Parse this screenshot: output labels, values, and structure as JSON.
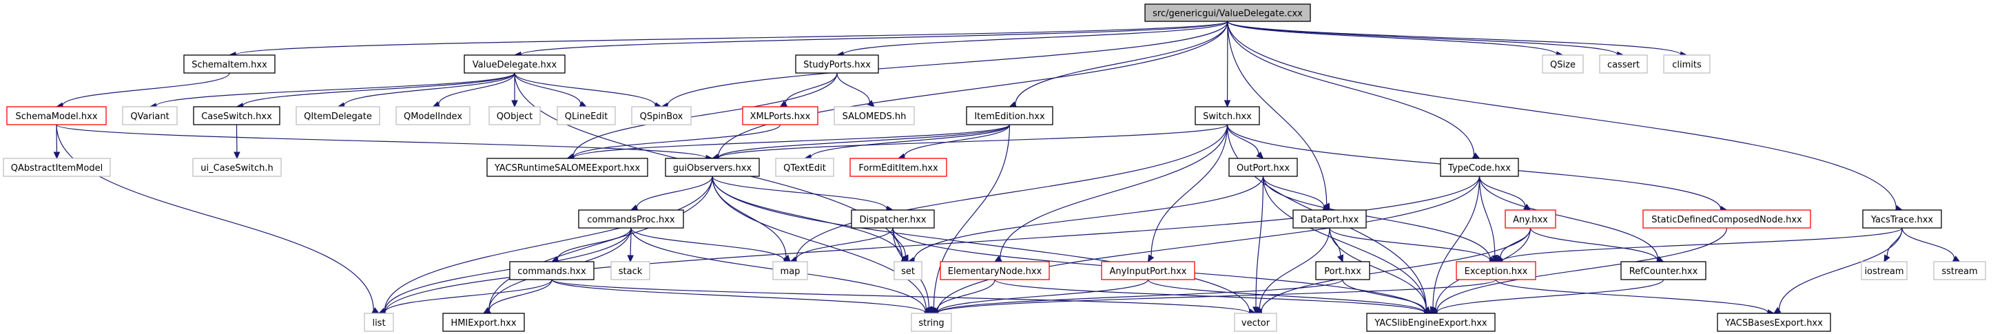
{
  "title": "src/genericgui/ValueDelegate.cxx",
  "colors": {
    "edge": "#191970",
    "root_fill": "#bfbfbf",
    "documented_border": "#000000",
    "undocumented_border": "#ff0000",
    "external_border": "#bfbfbf"
  },
  "nodes": [
    {
      "id": "root",
      "label": "src/genericgui/ValueDelegate.cxx",
      "kind": "root"
    },
    {
      "id": "SchemaItem",
      "label": "SchemaItem.hxx",
      "kind": "documented"
    },
    {
      "id": "ValueDelegateH",
      "label": "ValueDelegate.hxx",
      "kind": "documented"
    },
    {
      "id": "StudyPorts",
      "label": "StudyPorts.hxx",
      "kind": "documented"
    },
    {
      "id": "QSize",
      "label": "QSize",
      "kind": "external"
    },
    {
      "id": "cassert",
      "label": "cassert",
      "kind": "external"
    },
    {
      "id": "climits",
      "label": "climits",
      "kind": "external"
    },
    {
      "id": "SchemaModel",
      "label": "SchemaModel.hxx",
      "kind": "undocumented"
    },
    {
      "id": "QVariant",
      "label": "QVariant",
      "kind": "external"
    },
    {
      "id": "CaseSwitch",
      "label": "CaseSwitch.hxx",
      "kind": "documented"
    },
    {
      "id": "QItemDelegate",
      "label": "QItemDelegate",
      "kind": "external"
    },
    {
      "id": "QModelIndex",
      "label": "QModelIndex",
      "kind": "external"
    },
    {
      "id": "QObject",
      "label": "QObject",
      "kind": "external"
    },
    {
      "id": "QLineEdit",
      "label": "QLineEdit",
      "kind": "external"
    },
    {
      "id": "QSpinBox",
      "label": "QSpinBox",
      "kind": "external"
    },
    {
      "id": "XMLPorts",
      "label": "XMLPorts.hxx",
      "kind": "undocumented"
    },
    {
      "id": "SALOMEDS",
      "label": "SALOMEDS.hh",
      "kind": "external"
    },
    {
      "id": "ItemEdition",
      "label": "ItemEdition.hxx",
      "kind": "documented"
    },
    {
      "id": "Switch",
      "label": "Switch.hxx",
      "kind": "documented"
    },
    {
      "id": "QAbstractItemModel",
      "label": "QAbstractItemModel",
      "kind": "external"
    },
    {
      "id": "ui_CaseSwitch",
      "label": "ui_CaseSwitch.h",
      "kind": "external"
    },
    {
      "id": "YACSRuntime",
      "label": "YACSRuntimeSALOMEExport.hxx",
      "kind": "documented"
    },
    {
      "id": "guiObservers",
      "label": "guiObservers.hxx",
      "kind": "documented"
    },
    {
      "id": "QTextEdit",
      "label": "QTextEdit",
      "kind": "external"
    },
    {
      "id": "FormEditItem",
      "label": "FormEditItem.hxx",
      "kind": "undocumented"
    },
    {
      "id": "OutPort",
      "label": "OutPort.hxx",
      "kind": "documented"
    },
    {
      "id": "TypeCode",
      "label": "TypeCode.hxx",
      "kind": "documented"
    },
    {
      "id": "StaticDefined",
      "label": "StaticDefinedComposedNode.hxx",
      "kind": "undocumented"
    },
    {
      "id": "YacsTrace",
      "label": "YacsTrace.hxx",
      "kind": "documented"
    },
    {
      "id": "commandsProc",
      "label": "commandsProc.hxx",
      "kind": "documented"
    },
    {
      "id": "Dispatcher",
      "label": "Dispatcher.hxx",
      "kind": "documented"
    },
    {
      "id": "DataPort",
      "label": "DataPort.hxx",
      "kind": "documented"
    },
    {
      "id": "Any",
      "label": "Any.hxx",
      "kind": "undocumented"
    },
    {
      "id": "commands",
      "label": "commands.hxx",
      "kind": "documented"
    },
    {
      "id": "stack",
      "label": "stack",
      "kind": "external"
    },
    {
      "id": "map",
      "label": "map",
      "kind": "external"
    },
    {
      "id": "set",
      "label": "set",
      "kind": "external"
    },
    {
      "id": "ElementaryNode",
      "label": "ElementaryNode.hxx",
      "kind": "undocumented"
    },
    {
      "id": "AnyInputPort",
      "label": "AnyInputPort.hxx",
      "kind": "undocumented"
    },
    {
      "id": "Port",
      "label": "Port.hxx",
      "kind": "documented"
    },
    {
      "id": "Exception",
      "label": "Exception.hxx",
      "kind": "undocumented"
    },
    {
      "id": "RefCounter",
      "label": "RefCounter.hxx",
      "kind": "documented"
    },
    {
      "id": "iostream",
      "label": "iostream",
      "kind": "external"
    },
    {
      "id": "sstream",
      "label": "sstream",
      "kind": "external"
    },
    {
      "id": "list",
      "label": "list",
      "kind": "external"
    },
    {
      "id": "HMIExport",
      "label": "HMIExport.hxx",
      "kind": "documented"
    },
    {
      "id": "string",
      "label": "string",
      "kind": "external"
    },
    {
      "id": "vector",
      "label": "vector",
      "kind": "external"
    },
    {
      "id": "YACSlibEngine",
      "label": "YACSlibEngineExport.hxx",
      "kind": "documented"
    },
    {
      "id": "YACSBases",
      "label": "YACSBasesExport.hxx",
      "kind": "documented"
    }
  ],
  "edges": [
    [
      "root",
      "SchemaItem"
    ],
    [
      "root",
      "ValueDelegateH"
    ],
    [
      "root",
      "StudyPorts"
    ],
    [
      "root",
      "QSize"
    ],
    [
      "root",
      "cassert"
    ],
    [
      "root",
      "climits"
    ],
    [
      "root",
      "QSpinBox"
    ],
    [
      "root",
      "ItemEdition"
    ],
    [
      "root",
      "Switch"
    ],
    [
      "root",
      "guiObservers"
    ],
    [
      "root",
      "DataPort"
    ],
    [
      "root",
      "TypeCode"
    ],
    [
      "root",
      "YacsTrace"
    ],
    [
      "SchemaItem",
      "SchemaModel"
    ],
    [
      "ValueDelegateH",
      "QVariant"
    ],
    [
      "ValueDelegateH",
      "CaseSwitch"
    ],
    [
      "ValueDelegateH",
      "QItemDelegate"
    ],
    [
      "ValueDelegateH",
      "QModelIndex"
    ],
    [
      "ValueDelegateH",
      "QObject"
    ],
    [
      "ValueDelegateH",
      "QLineEdit"
    ],
    [
      "ValueDelegateH",
      "QSpinBox"
    ],
    [
      "ValueDelegateH",
      "set"
    ],
    [
      "StudyPorts",
      "XMLPorts"
    ],
    [
      "StudyPorts",
      "SALOMEDS"
    ],
    [
      "StudyPorts",
      "YACSRuntime"
    ],
    [
      "XMLPorts",
      "YACSRuntime"
    ],
    [
      "SchemaModel",
      "QAbstractItemModel"
    ],
    [
      "SchemaModel",
      "guiObservers"
    ],
    [
      "SchemaModel",
      "list"
    ],
    [
      "CaseSwitch",
      "ui_CaseSwitch"
    ],
    [
      "ItemEdition",
      "guiObservers"
    ],
    [
      "ItemEdition",
      "QTextEdit"
    ],
    [
      "ItemEdition",
      "FormEditItem"
    ],
    [
      "ItemEdition",
      "string"
    ],
    [
      "ItemEdition",
      "YACSRuntime"
    ],
    [
      "Switch",
      "guiObservers"
    ],
    [
      "Switch",
      "OutPort"
    ],
    [
      "Switch",
      "ElementaryNode"
    ],
    [
      "Switch",
      "AnyInputPort"
    ],
    [
      "Switch",
      "StaticDefined"
    ],
    [
      "Switch",
      "YACSlibEngine"
    ],
    [
      "Switch",
      "map"
    ],
    [
      "guiObservers",
      "commandsProc"
    ],
    [
      "guiObservers",
      "Dispatcher"
    ],
    [
      "guiObservers",
      "list"
    ],
    [
      "guiObservers",
      "map"
    ],
    [
      "guiObservers",
      "set"
    ],
    [
      "guiObservers",
      "string"
    ],
    [
      "guiObservers",
      "HMIExport"
    ],
    [
      "guiObservers",
      "vector"
    ],
    [
      "OutPort",
      "DataPort"
    ],
    [
      "OutPort",
      "Exception"
    ],
    [
      "OutPort",
      "set"
    ],
    [
      "OutPort",
      "vector"
    ],
    [
      "OutPort",
      "YACSlibEngine"
    ],
    [
      "TypeCode",
      "Any"
    ],
    [
      "TypeCode",
      "Exception"
    ],
    [
      "TypeCode",
      "RefCounter"
    ],
    [
      "TypeCode",
      "YACSlibEngine"
    ],
    [
      "TypeCode",
      "string"
    ],
    [
      "TypeCode",
      "list"
    ],
    [
      "YacsTrace",
      "Exception"
    ],
    [
      "YacsTrace",
      "iostream"
    ],
    [
      "YacsTrace",
      "sstream"
    ],
    [
      "YacsTrace",
      "YACSBases"
    ],
    [
      "commandsProc",
      "commands"
    ],
    [
      "commandsProc",
      "stack"
    ],
    [
      "commandsProc",
      "map"
    ],
    [
      "commandsProc",
      "list"
    ],
    [
      "commandsProc",
      "string"
    ],
    [
      "commandsProc",
      "HMIExport"
    ],
    [
      "commands",
      "list"
    ],
    [
      "commands",
      "HMIExport"
    ],
    [
      "commands",
      "string"
    ],
    [
      "commands",
      "vector"
    ],
    [
      "Dispatcher",
      "map"
    ],
    [
      "Dispatcher",
      "set"
    ],
    [
      "Dispatcher",
      "string"
    ],
    [
      "Dispatcher",
      "YACSlibEngine"
    ],
    [
      "DataPort",
      "Port"
    ],
    [
      "DataPort",
      "Exception"
    ],
    [
      "DataPort",
      "vector"
    ],
    [
      "DataPort",
      "YACSlibEngine"
    ],
    [
      "Any",
      "Exception"
    ],
    [
      "Any",
      "RefCounter"
    ],
    [
      "Any",
      "YACSlibEngine"
    ],
    [
      "Any",
      "vector"
    ],
    [
      "ElementaryNode",
      "string"
    ],
    [
      "ElementaryNode",
      "YACSlibEngine"
    ],
    [
      "AnyInputPort",
      "string"
    ],
    [
      "AnyInputPort",
      "YACSlibEngine"
    ],
    [
      "Port",
      "string"
    ],
    [
      "Port",
      "YACSlibEngine"
    ],
    [
      "Exception",
      "string"
    ],
    [
      "Exception",
      "YACSBases"
    ],
    [
      "RefCounter",
      "YACSlibEngine"
    ],
    [
      "StaticDefined",
      "YACSlibEngine"
    ]
  ]
}
